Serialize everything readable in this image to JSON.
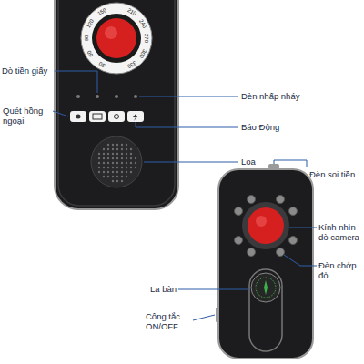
{
  "diagram": {
    "labels": [
      "30",
      "60",
      "90",
      "120",
      "150",
      "210",
      "240",
      "270",
      "300",
      "330",
      "Dò tiền giấy",
      "Quét hồng ngoại",
      "Đèn nhấp nháy",
      "Báo Động",
      "Loa",
      "Đèn soi tiền",
      "Kính nhìn dò camera",
      "Đèn chớp đỏ",
      "La bàn",
      "Công tắc ON/OFF"
    ]
  }
}
